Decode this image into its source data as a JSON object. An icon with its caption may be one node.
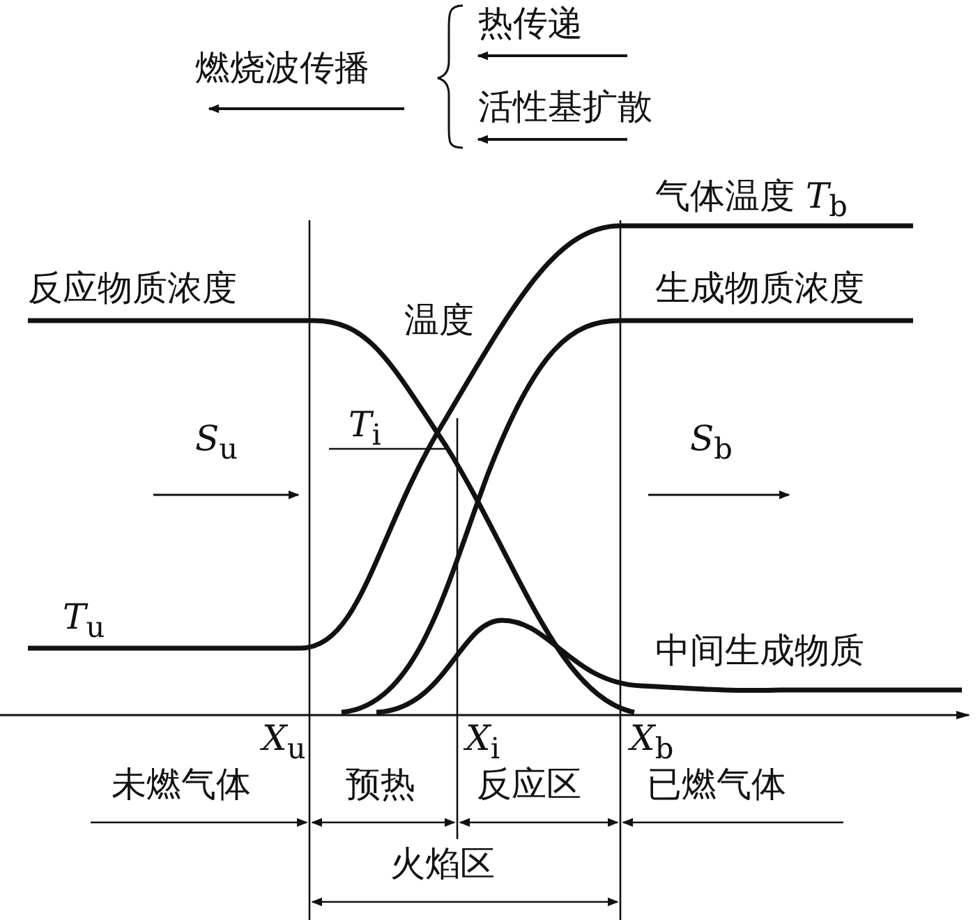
{
  "diagram": {
    "labels": [
      "热传递",
      "燃烧波传播",
      "活性基扩散",
      "气体温度 *T*$_{b}$",
      "反应物质浓度",
      "温度",
      "生成物质浓度",
      "*T*$_{i}$",
      "*S*$_{u}$",
      "*S*$_{b}$",
      "*T*$_{u}$",
      "中间生成物质",
      "*X*$_{u}$",
      "*X*$_{i}$",
      "*X*$_{b}$",
      "未燃气体",
      "预热",
      "反应区",
      "已燃气体",
      "火焰区"
    ]
  }
}
